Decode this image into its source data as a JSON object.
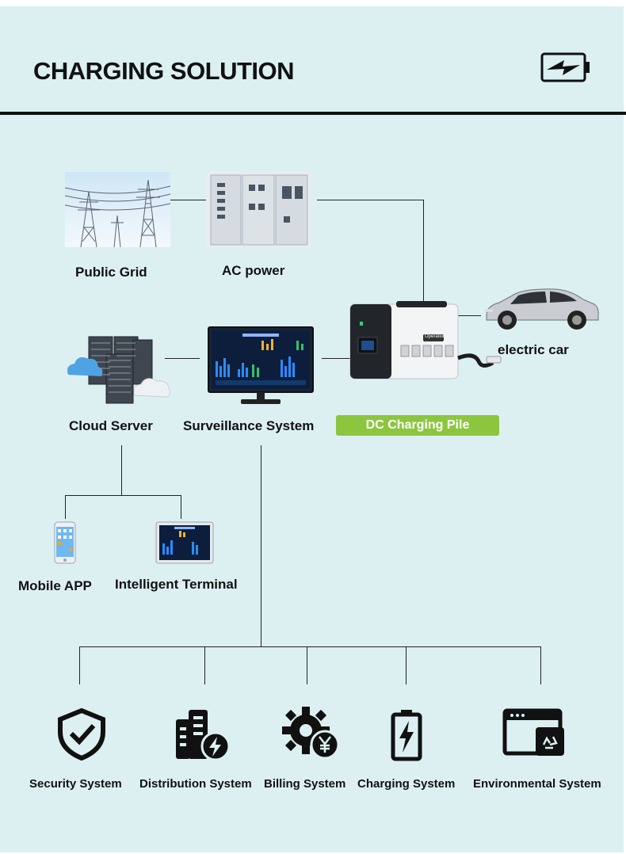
{
  "header": {
    "title": "CHARGING SOLUTION",
    "icon": "battery-charging-icon"
  },
  "nodes": {
    "public_grid": "Public Grid",
    "ac_power": "AC power",
    "electric_car": "electric car",
    "cloud_server": "Cloud Server",
    "surveillance_system": "Surveillance System",
    "dc_charging_pile": "DC Charging Pile",
    "mobile_app": "Mobile APP",
    "intelligent_terminal": "Intelligent Terminal"
  },
  "systems": [
    {
      "label": "Security System",
      "icon": "shield-check-icon"
    },
    {
      "label": "Distribution System",
      "icon": "building-bolt-icon"
    },
    {
      "label": "Billing System",
      "icon": "gear-yen-icon"
    },
    {
      "label": "Charging System",
      "icon": "battery-bolt-icon"
    },
    {
      "label": "Environmental System",
      "icon": "window-recycle-icon"
    }
  ],
  "charger_screen_text": "Operation",
  "colors": {
    "background": "#dcf0f2",
    "accent_green": "#8cc63f",
    "text": "#111111"
  }
}
